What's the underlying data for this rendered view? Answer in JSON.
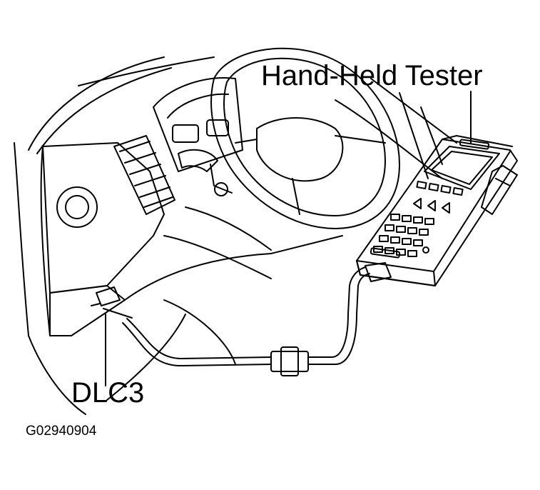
{
  "labels": {
    "tester": "Hand-Held  Tester",
    "connector": "DLC3",
    "figure_code": "G02940904"
  },
  "colors": {
    "line": "#000000",
    "background": "#ffffff"
  }
}
